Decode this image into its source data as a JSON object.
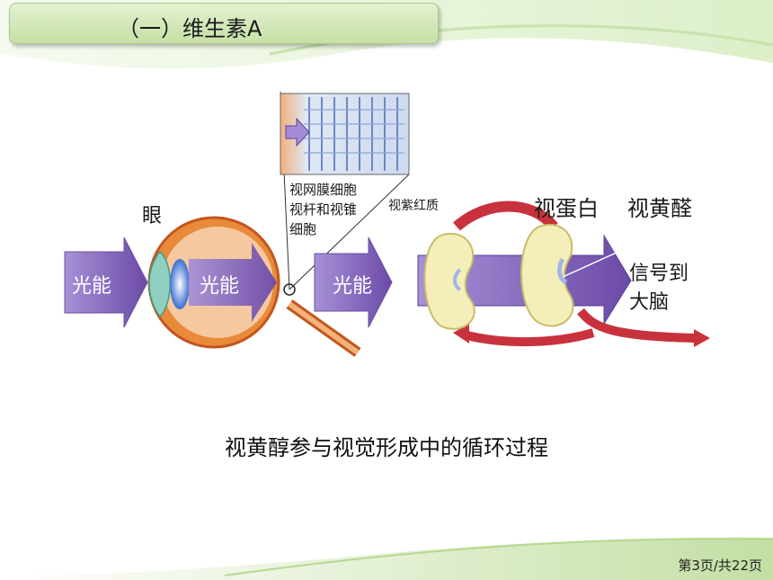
{
  "slide": {
    "title": "（一）维生素A",
    "page_number": "第3页/共22页"
  },
  "figure": {
    "eye_label": "眼",
    "retina_label_1": "视网膜细胞",
    "retina_label_2": "视杆和视锥",
    "retina_label_3": "细胞",
    "light_energy_1": "光能",
    "light_energy_2": "光能",
    "light_energy_3": "光能",
    "rhodopsin_label": "视紫红质",
    "opsin_label": "视蛋白",
    "retinal_label": "视黄醛",
    "signal_label_1": "信号到",
    "signal_label_2": "大脑",
    "caption": "视黄醇参与视觉形成中的循环过程"
  },
  "colors": {
    "title_bar": "#c6e0a6",
    "arrow_purple": "#8a6fc4",
    "cycle_red": "#c8323c",
    "eye_orange": "#e8832f",
    "protein_cream": "#f4efb8"
  }
}
